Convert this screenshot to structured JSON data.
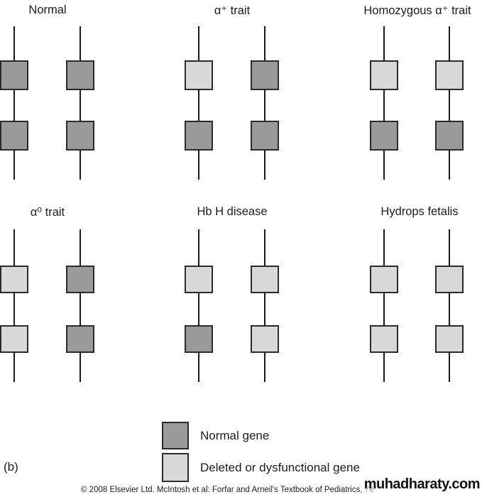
{
  "panels": [
    {
      "title": "Normal",
      "chromosomes": [
        {
          "genes": [
            "normal",
            "normal"
          ]
        },
        {
          "genes": [
            "normal",
            "normal"
          ]
        }
      ]
    },
    {
      "title": "α⁺ trait",
      "chromosomes": [
        {
          "genes": [
            "deleted",
            "normal"
          ]
        },
        {
          "genes": [
            "normal",
            "normal"
          ]
        }
      ]
    },
    {
      "title": "Homozygous α⁺ trait",
      "chromosomes": [
        {
          "genes": [
            "deleted",
            "normal"
          ]
        },
        {
          "genes": [
            "deleted",
            "normal"
          ]
        }
      ]
    },
    {
      "title": "α⁰ trait",
      "chromosomes": [
        {
          "genes": [
            "deleted",
            "deleted"
          ]
        },
        {
          "genes": [
            "normal",
            "normal"
          ]
        }
      ]
    },
    {
      "title": "Hb H disease",
      "chromosomes": [
        {
          "genes": [
            "deleted",
            "normal"
          ]
        },
        {
          "genes": [
            "deleted",
            "deleted"
          ]
        }
      ]
    },
    {
      "title": "Hydrops fetalis",
      "chromosomes": [
        {
          "genes": [
            "deleted",
            "deleted"
          ]
        },
        {
          "genes": [
            "deleted",
            "deleted"
          ]
        }
      ]
    }
  ],
  "legend": {
    "normal_label": "Normal gene",
    "deleted_label": "Deleted or dysfunctional gene"
  },
  "figure_label": "(b)",
  "copyright": "© 2008 Elsevier Ltd. McIntosh et al: Forfar and Arneil's Textbook of Pediatrics, 7e",
  "watermark": "muhadharaty.com",
  "colors": {
    "normal_gene": "#9a9a9a",
    "deleted_gene": "#d8d8d8",
    "box_border": "#2b2b2b",
    "line": "#1a1a1a"
  }
}
